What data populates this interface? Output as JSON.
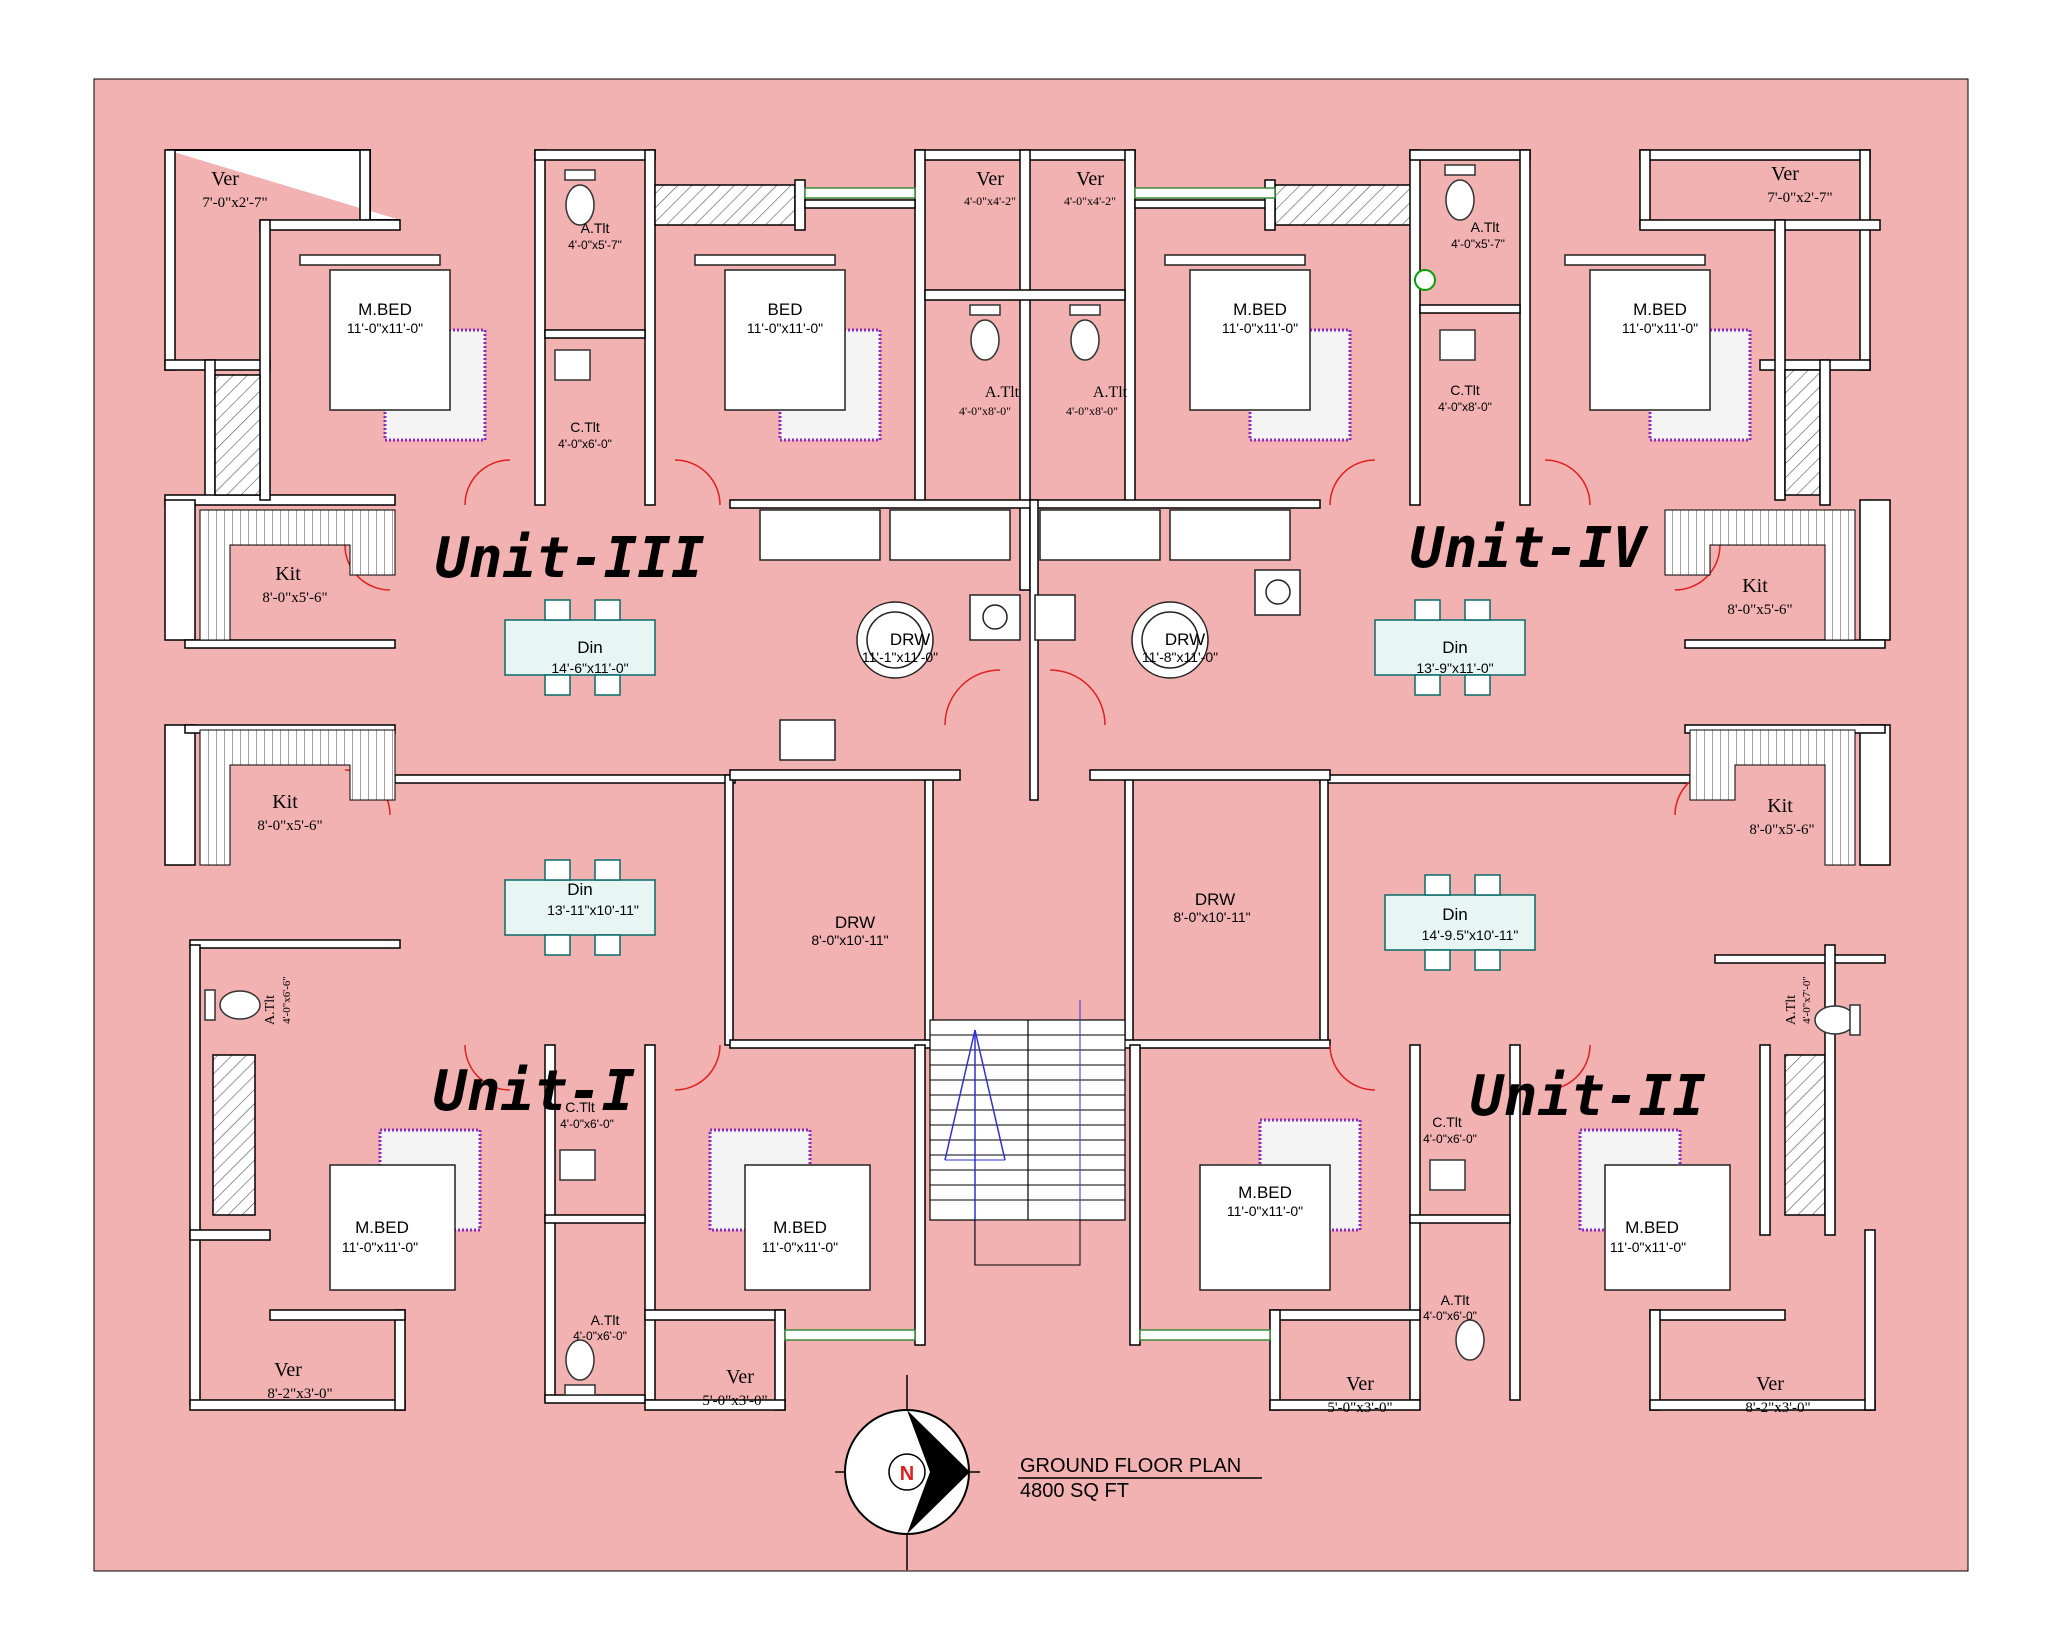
{
  "plan": {
    "title": "GROUND FLOOR PLAN",
    "area": "4800 SQ FT",
    "north_label": "N",
    "colors": {
      "background": "#f2b2b2",
      "page": "#ffffff",
      "wall": "#ffffff",
      "door_arc": "#e02020",
      "window": "#3a8a3a",
      "rug": "#8a2cc0",
      "dining": "#0a6a6a"
    }
  },
  "units": [
    {
      "label": "Unit-III"
    },
    {
      "label": "Unit-IV"
    },
    {
      "label": "Unit-I"
    },
    {
      "label": "Unit-II"
    }
  ],
  "rooms": {
    "u3_ver": {
      "name": "Ver",
      "dim": "7'-0\"x2'-7\""
    },
    "u3_atlt": {
      "name": "A.Tlt",
      "dim": "4'-0\"x5'-7\""
    },
    "u3_mbed": {
      "name": "M.BED",
      "dim": "11'-0\"x11'-0\""
    },
    "u3_ctlt": {
      "name": "C.Tlt",
      "dim": "4'-0\"x6'-0\""
    },
    "u3_bed": {
      "name": "BED",
      "dim": "11'-0\"x11'-0\""
    },
    "u3_kit": {
      "name": "Kit",
      "dim": "8'-0\"x5'-6\""
    },
    "u3_din": {
      "name": "Din",
      "dim": "14'-6\"x11'-0\""
    },
    "u3_drw": {
      "name": "DRW",
      "dim": "11'-1\"x11'-0\""
    },
    "mid_ver_l": {
      "name": "Ver",
      "dim": "4'-0\"x4'-2\""
    },
    "mid_ver_r": {
      "name": "Ver",
      "dim": "4'-0\"x4'-2\""
    },
    "mid_atlt_l": {
      "name": "A.Tlt",
      "dim": "4'-0\"x8'-0\""
    },
    "mid_atlt_r": {
      "name": "A.Tlt",
      "dim": "4'-0\"x8'-0\""
    },
    "u4_drw": {
      "name": "DRW",
      "dim": "11'-8\"x11'-0\""
    },
    "u4_mbed_l": {
      "name": "M.BED",
      "dim": "11'-0\"x11'-0\""
    },
    "u4_atlt": {
      "name": "A.Tlt",
      "dim": "4'-0\"x5'-7\""
    },
    "u4_ctlt": {
      "name": "C.Tlt",
      "dim": "4'-0\"x8'-0\""
    },
    "u4_mbed_r": {
      "name": "M.BED",
      "dim": "11'-0\"x11'-0\""
    },
    "u4_ver": {
      "name": "Ver",
      "dim": "7'-0\"x2'-7\""
    },
    "u4_kit": {
      "name": "Kit",
      "dim": "8'-0\"x5'-6\""
    },
    "u4_din": {
      "name": "Din",
      "dim": "13'-9\"x11'-0\""
    },
    "u1_kit": {
      "name": "Kit",
      "dim": "8'-0\"x5'-6\""
    },
    "u1_din": {
      "name": "Din",
      "dim": "13'-11\"x10'-11\""
    },
    "u1_drw": {
      "name": "DRW",
      "dim": "8'-0\"x10'-11\""
    },
    "u1_atlt_side": {
      "name": "A.Tlt",
      "dim": "4'-0\"x6'-6\""
    },
    "u1_ctlt": {
      "name": "C.Tlt",
      "dim": "4'-0\"x6'-0\""
    },
    "u1_mbed_l": {
      "name": "M.BED",
      "dim": "11'-0\"x11'-0\""
    },
    "u1_mbed_r": {
      "name": "M.BED",
      "dim": "11'-0\"x11'-0\""
    },
    "u1_atlt": {
      "name": "A.Tlt",
      "dim": "4'-0\"x6'-0\""
    },
    "u1_ver_l": {
      "name": "Ver",
      "dim": "8'-2\"x3'-0\""
    },
    "u1_ver_r": {
      "name": "Ver",
      "dim": "5'-0\"x3'-0\""
    },
    "u2_drw": {
      "name": "DRW",
      "dim": "8'-0\"x10'-11\""
    },
    "u2_kit": {
      "name": "Kit",
      "dim": "8'-0\"x5'-6\""
    },
    "u2_din": {
      "name": "Din",
      "dim": "14'-9.5\"x10'-11\""
    },
    "u2_atlt_side": {
      "name": "A.Tlt",
      "dim": "4'-0\"x7'-0\""
    },
    "u2_ctlt": {
      "name": "C.Tlt",
      "dim": "4'-0\"x6'-0\""
    },
    "u2_mbed_l": {
      "name": "M.BED",
      "dim": "11'-0\"x11'-0\""
    },
    "u2_mbed_r": {
      "name": "M.BED",
      "dim": "11'-0\"x11'-0\""
    },
    "u2_atlt": {
      "name": "A.Tlt",
      "dim": "4'-0\"x6'-0\""
    },
    "u2_ver_l": {
      "name": "Ver",
      "dim": "5'-0\"x3'-0\""
    },
    "u2_ver_r": {
      "name": "Ver",
      "dim": "8'-2\"x3'-0\""
    }
  }
}
